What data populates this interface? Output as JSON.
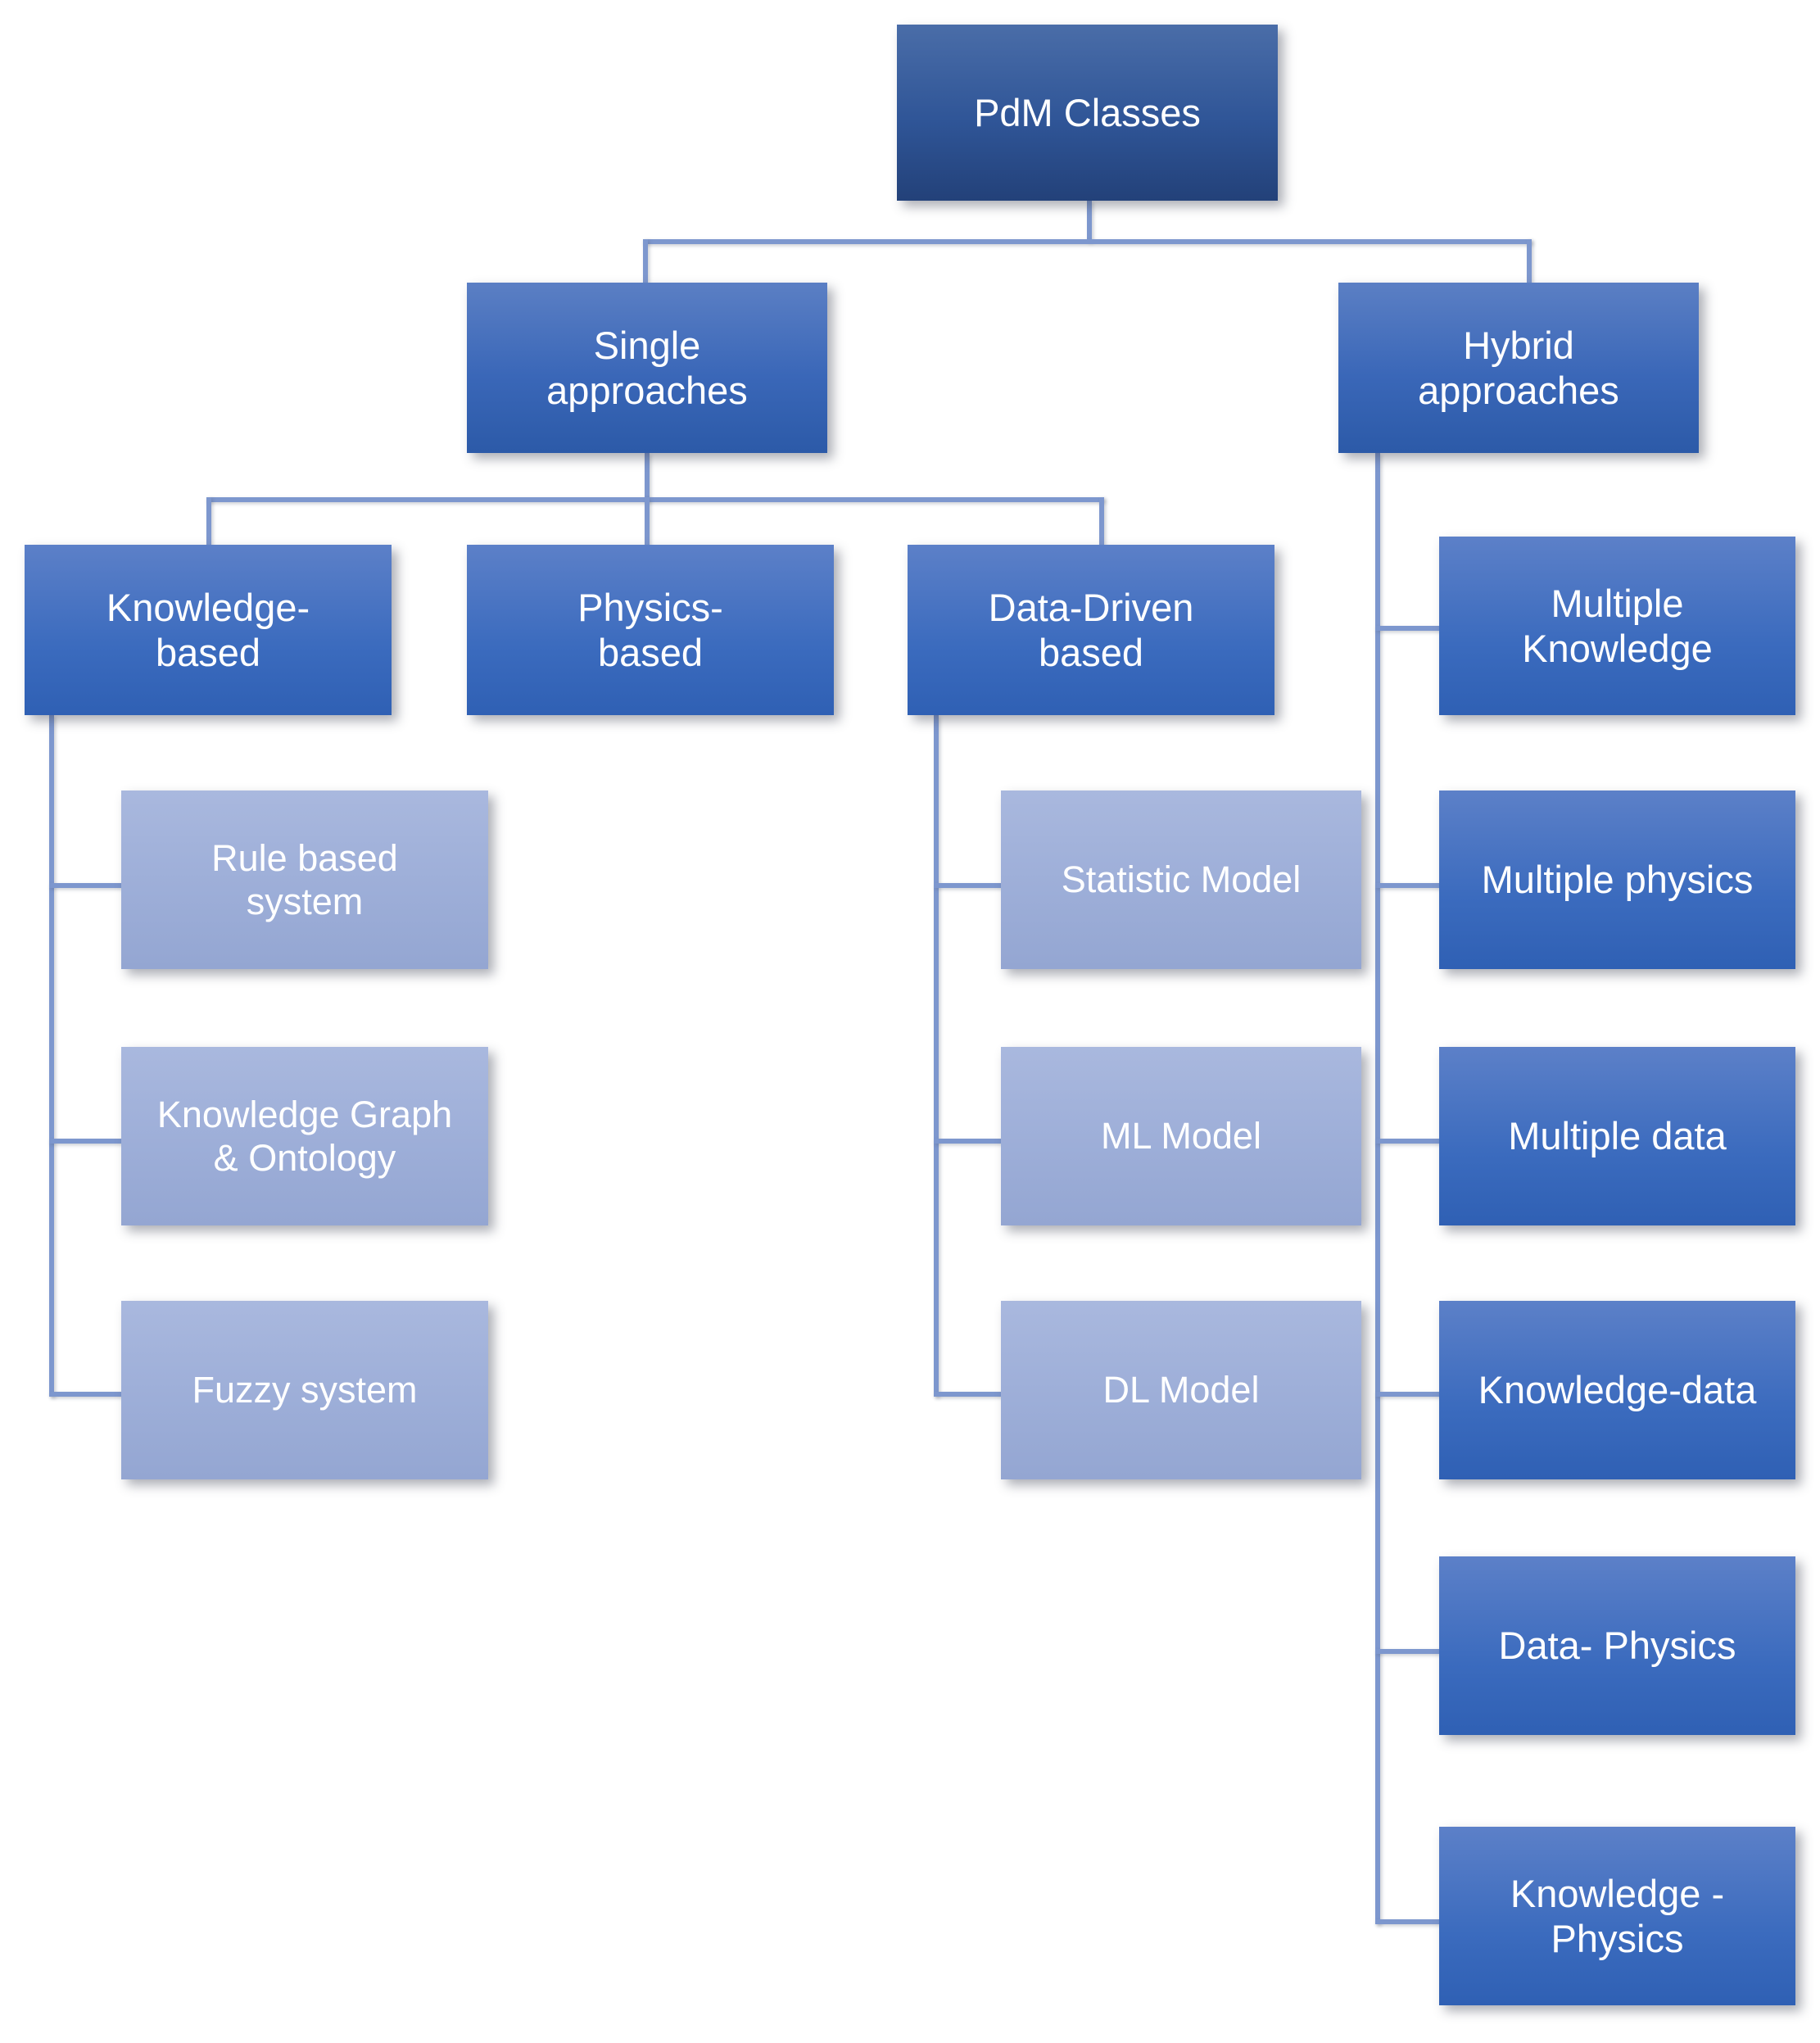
{
  "diagram": {
    "title": "PdM Classes",
    "type": "hierarchy-tree",
    "background_color": "#FFFFFF",
    "connector_color": "#7D97CE",
    "palette": {
      "root_dark_blue": "#2F5597",
      "level2_blue": "#3A67B8",
      "level3_blue": "#3B6BBE",
      "hybrid_blue": "#3B6BBE",
      "leaf_light_blue": "#9DAED8",
      "text_color": "#FFFFFF"
    },
    "root": {
      "label": "PdM Classes"
    },
    "level2": [
      {
        "label": "Single\napproaches"
      },
      {
        "label": "Hybrid\napproaches"
      }
    ],
    "level3_single": [
      {
        "label": "Knowledge-\nbased"
      },
      {
        "label": "Physics-\nbased"
      },
      {
        "label": "Data-Driven\nbased"
      }
    ],
    "leaves_knowledge": [
      {
        "label": "Rule based\nsystem"
      },
      {
        "label": "Knowledge Graph\n& Ontology"
      },
      {
        "label": "Fuzzy system"
      }
    ],
    "leaves_physics": [],
    "leaves_data_driven": [
      {
        "label": "Statistic Model"
      },
      {
        "label": "ML Model"
      },
      {
        "label": "DL Model"
      }
    ],
    "leaves_hybrid": [
      {
        "label": "Multiple\nKnowledge"
      },
      {
        "label": "Multiple physics"
      },
      {
        "label": "Multiple data"
      },
      {
        "label": "Knowledge-data"
      },
      {
        "label": "Data- Physics"
      },
      {
        "label": "Knowledge -\nPhysics"
      }
    ]
  }
}
